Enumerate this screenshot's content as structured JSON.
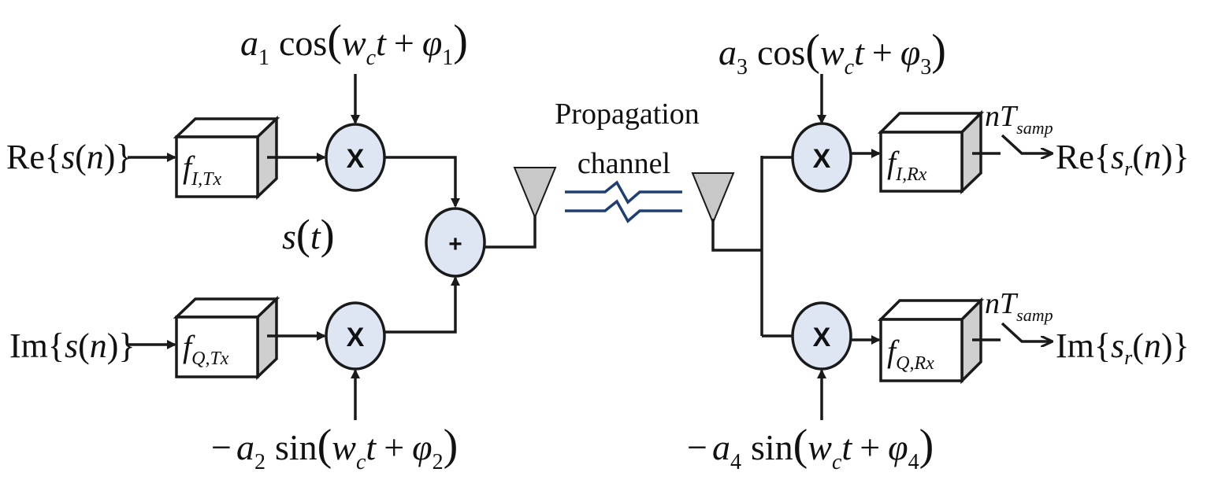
{
  "inputs": {
    "re_in": {
      "prefix": "Re{",
      "s": "s",
      "open": "(",
      "n": "n",
      "close": ")}"
    },
    "im_in": {
      "prefix": "Im{",
      "s": "s",
      "open": "(",
      "n": "n",
      "close": ")}"
    }
  },
  "tx_filters": {
    "i": {
      "f": "f",
      "sub": "I,Tx"
    },
    "q": {
      "f": "f",
      "sub": "Q,Tx"
    }
  },
  "rx_filters": {
    "i": {
      "f": "f",
      "sub": "I,Rx"
    },
    "q": {
      "f": "f",
      "sub": "Q,Rx"
    }
  },
  "mixer_symbol": "X",
  "adder_symbol": "+",
  "oscillators": {
    "tx_i": {
      "sign": "",
      "a": "a",
      "a_sub": "1",
      "fn": "cos",
      "w": "w",
      "w_sub": "c",
      "t": "t",
      "plus": "+",
      "phi": "φ",
      "phi_sub": "1"
    },
    "tx_q": {
      "sign": "−",
      "a": "a",
      "a_sub": "2",
      "fn": "sin",
      "w": "w",
      "w_sub": "c",
      "t": "t",
      "plus": "+",
      "phi": "φ",
      "phi_sub": "2"
    },
    "rx_i": {
      "sign": "",
      "a": "a",
      "a_sub": "3",
      "fn": "cos",
      "w": "w",
      "w_sub": "c",
      "t": "t",
      "plus": "+",
      "phi": "φ",
      "phi_sub": "3"
    },
    "rx_q": {
      "sign": "−",
      "a": "a",
      "a_sub": "4",
      "fn": "sin",
      "w": "w",
      "w_sub": "c",
      "t": "t",
      "plus": "+",
      "phi": "φ",
      "phi_sub": "4"
    }
  },
  "signal_label": {
    "s": "s",
    "open": "(",
    "t": "t",
    "close": ")"
  },
  "channel": {
    "line1": "Propagation",
    "line2": "channel"
  },
  "sampling": {
    "i": {
      "n": "n",
      "T": "T",
      "sub": "samp"
    },
    "q": {
      "n": "n",
      "T": "T",
      "sub": "samp"
    }
  },
  "outputs": {
    "re_out": {
      "prefix": "Re{",
      "s": "s",
      "s_sub": "r",
      "open": "(",
      "n": "n",
      "close": ")}"
    },
    "im_out": {
      "prefix": "Im{",
      "s": "s",
      "s_sub": "r",
      "open": "(",
      "n": "n",
      "close": ")}"
    }
  },
  "colors": {
    "node_fill": "#dde6f2",
    "channel_line": "#1f3e73",
    "box_side": "#cfcfcf"
  }
}
